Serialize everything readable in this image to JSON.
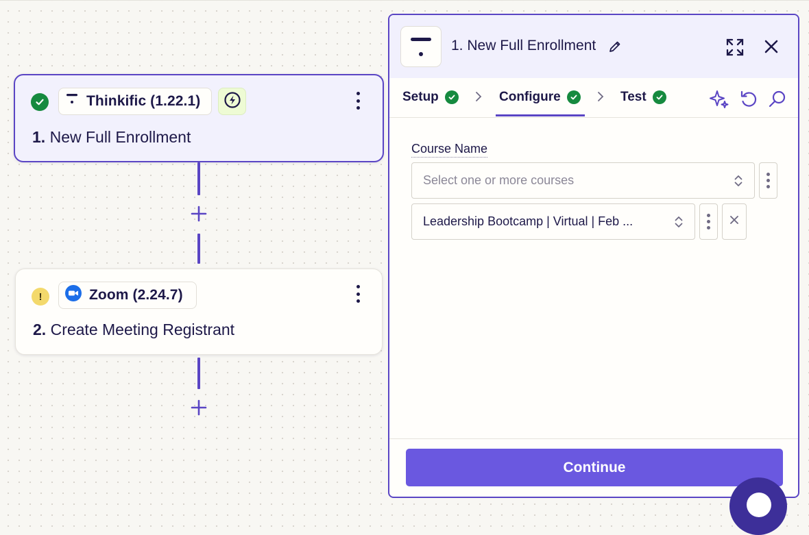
{
  "colors": {
    "accent": "#5a45c4",
    "button": "#6a58e0",
    "success": "#168a3f",
    "warning": "#f3d96c",
    "text": "#1d1848"
  },
  "canvas": {
    "steps": [
      {
        "status": "success",
        "status_icon": "check-circle-icon",
        "app_icon": "thinkific-logo-icon",
        "app_label": "Thinkific (1.22.1)",
        "trigger_icon": "bolt-icon",
        "number": "1.",
        "title": "New Full Enrollment"
      },
      {
        "status": "warning",
        "status_icon": "warning-circle-icon",
        "status_glyph": "!",
        "app_icon": "zoom-logo-icon",
        "app_label": "Zoom (2.24.7)",
        "number": "2.",
        "title": "Create Meeting Registrant"
      }
    ],
    "add_step_icon": "plus-icon"
  },
  "panel": {
    "title": "1. New Full Enrollment",
    "app_icon": "thinkific-logo-icon",
    "edit_icon": "pencil-icon",
    "expand_icon": "expand-icon",
    "close_icon": "close-icon",
    "tabs": [
      {
        "label": "Setup",
        "complete": true,
        "active": false
      },
      {
        "label": "Configure",
        "complete": true,
        "active": true
      },
      {
        "label": "Test",
        "complete": true,
        "active": false
      }
    ],
    "tools": [
      "sparkle-icon",
      "undo-icon",
      "search-icon"
    ],
    "field": {
      "label": "Course Name",
      "placeholder": "Select one or more courses",
      "selected_value": "Leadership Bootcamp | Virtual | Feb ..."
    },
    "continue_label": "Continue"
  }
}
